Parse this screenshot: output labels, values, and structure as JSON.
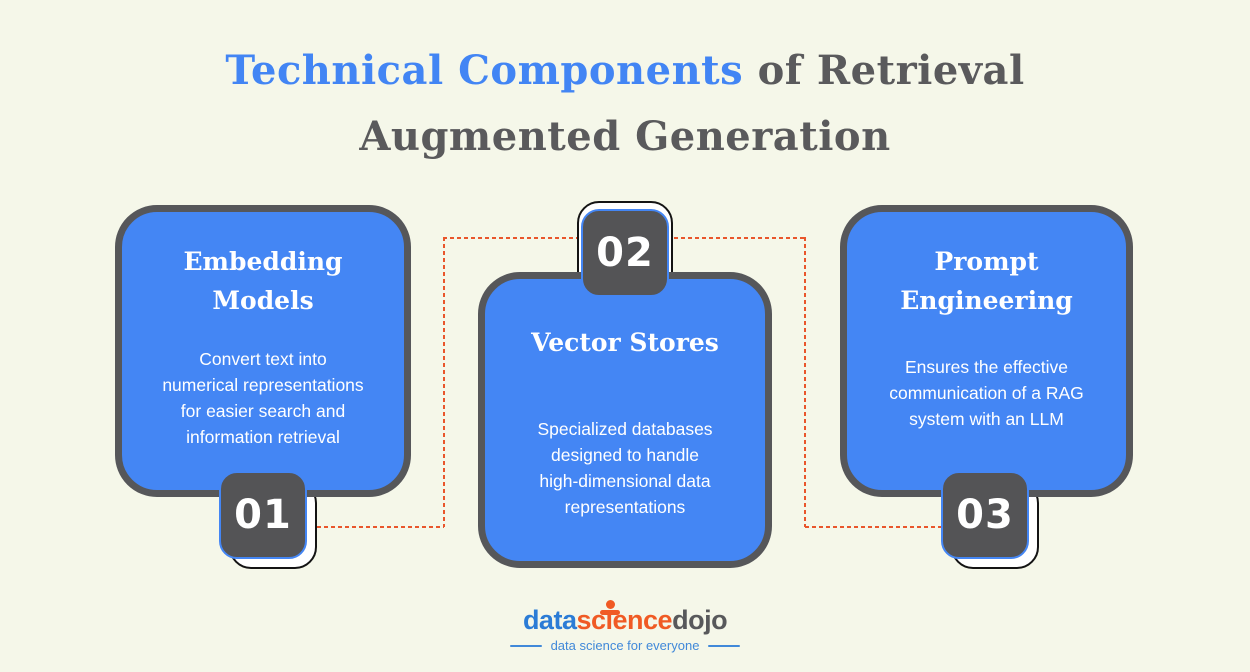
{
  "page": {
    "background_color": "#f5f7e9"
  },
  "title": {
    "accent": "Technical Components",
    "rest": " of Retrieval Augmented Generation",
    "accent_color": "#4285f4",
    "text_color": "#5a5a5c"
  },
  "connector": {
    "color": "#e9562c",
    "style": "dashed"
  },
  "cards": [
    {
      "number": "01",
      "title": "Embedding Models",
      "desc_lines": [
        "Convert text into",
        "numerical representations",
        "for easier search and",
        "information retrieval"
      ],
      "fill_color": "#4486f4",
      "border_color": "#56575a"
    },
    {
      "number": "02",
      "title": "Vector Stores",
      "desc_lines": [
        "Specialized databases",
        "designed to handle",
        "high-dimensional data",
        "representations"
      ],
      "fill_color": "#4486f4",
      "border_color": "#56575a"
    },
    {
      "number": "03",
      "title": "Prompt Engineering",
      "desc_lines": [
        "Ensures the effective",
        "communication of a RAG",
        "system with an LLM"
      ],
      "fill_color": "#4486f4",
      "border_color": "#56575a"
    }
  ],
  "logo": {
    "word_data": "data",
    "word_science_pre": "sc",
    "word_science_i": "ı",
    "word_science_post": "ence",
    "word_dojo": "dojo",
    "tagline": "data science for everyone",
    "color_data": "#2b7cd6",
    "color_science": "#f05a24",
    "color_dojo": "#58595b",
    "color_tagline": "#4189d9"
  }
}
